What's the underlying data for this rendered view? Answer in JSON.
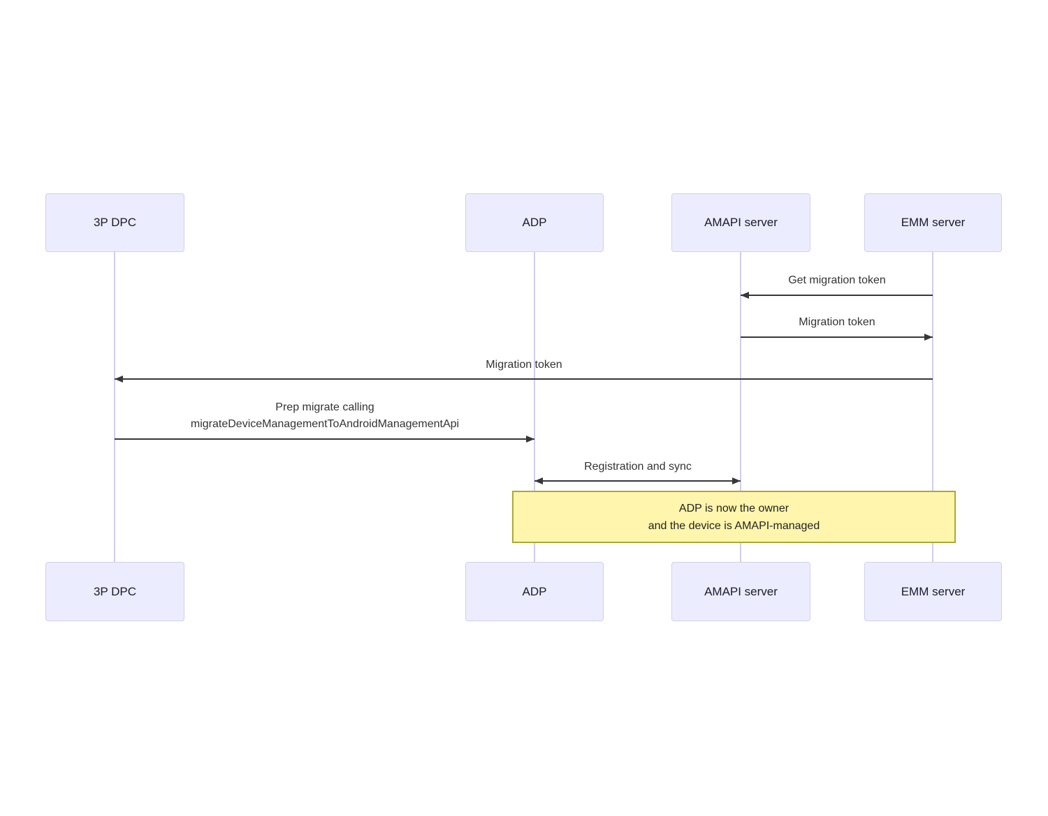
{
  "actors": [
    {
      "label": "3P DPC"
    },
    {
      "label": "ADP"
    },
    {
      "label": "AMAPI server"
    },
    {
      "label": "EMM server"
    }
  ],
  "messages": [
    {
      "from": "EMM server",
      "to": "AMAPI server",
      "label": "Get migration token",
      "direction": "left"
    },
    {
      "from": "AMAPI server",
      "to": "EMM server",
      "label": "Migration token",
      "direction": "right"
    },
    {
      "from": "EMM server",
      "to": "3P DPC",
      "label": "Migration token",
      "direction": "left"
    },
    {
      "from": "3P DPC",
      "to": "ADP",
      "label": "Prep migrate calling\nmigrateDeviceManagementToAndroidManagementApi",
      "direction": "right"
    },
    {
      "from": "ADP",
      "to": "AMAPI server",
      "label": "Registration and sync",
      "direction": "both"
    }
  ],
  "note": {
    "text": "ADP is now the owner\nand the device is AMAPI-managed",
    "spans": [
      "ADP",
      "EMM server"
    ]
  },
  "colors": {
    "actor_fill": "#ECECFF",
    "actor_border": "#CFCFEF",
    "actor_text": "#1A1A2E",
    "lifeline": "#D5CBEE",
    "arrow": "#373737",
    "message_text": "#333333",
    "note_fill": "#FFF5AD",
    "note_border": "#AAAA33",
    "note_text": "#222222"
  }
}
